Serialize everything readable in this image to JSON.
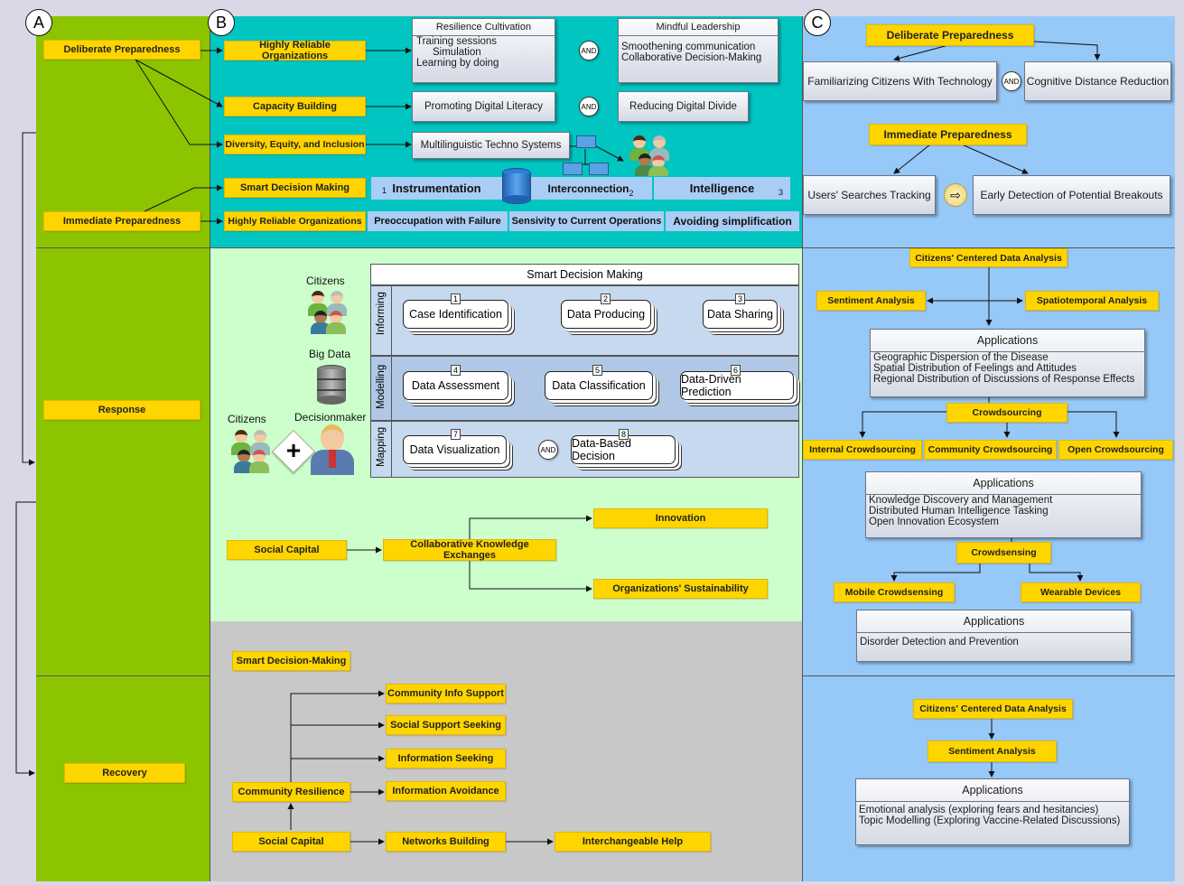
{
  "labels": {
    "a": "A",
    "b": "B",
    "c": "C"
  },
  "colA": {
    "deliberate": "Deliberate Preparedness",
    "immediate": "Immediate Preparedness",
    "response": "Response",
    "recovery": "Recovery"
  },
  "sectionB": {
    "hro1": "Highly Reliable Organizations",
    "capacity": "Capacity Building",
    "dei": "Diversity, Equity, and Inclusion",
    "smart": "Smart Decision Making",
    "hro2": "Highly Reliable Organizations",
    "resilience_title": "Resilience Cultivation",
    "resilience_items": [
      "Training sessions",
      "Simulation",
      "Learning by doing"
    ],
    "mindful_title": "Mindful Leadership",
    "mindful_items": [
      "Smoothening communication",
      "Collaborative Decision-Making"
    ],
    "digital_literacy": "Promoting Digital Literacy",
    "digital_divide": "Reducing Digital Divide",
    "multi": "Multilinguistic Techno Systems",
    "and": "AND",
    "instrumentation": "Instrumentation",
    "interconnection": "Interconnection",
    "intelligence": "Intelligence",
    "n1": "1",
    "n2": "2",
    "n3": "3",
    "preoccupation": "Preoccupation with Failure",
    "sensitivity": "Sensivity to Current Operations",
    "avoiding": "Avoiding simplification"
  },
  "sectionResponse": {
    "citizens1": "Citizens",
    "bigdata": "Big Data",
    "citizens2": "Citizens",
    "decisionmaker": "Decisionmaker",
    "sdm_title": "Smart Decision Making",
    "lane1": "Informing",
    "lane2": "Modelling",
    "lane3": "Mapping",
    "steps": [
      {
        "n": "1",
        "label": "Case Identification"
      },
      {
        "n": "2",
        "label": "Data Producing"
      },
      {
        "n": "3",
        "label": "Data Sharing"
      },
      {
        "n": "4",
        "label": "Data Assessment"
      },
      {
        "n": "5",
        "label": "Data Classification"
      },
      {
        "n": "6",
        "label": "Data-Driven Prediction"
      },
      {
        "n": "7",
        "label": "Data Visualization"
      },
      {
        "n": "8",
        "label": "Data-Based Decision"
      }
    ],
    "social": "Social Capital",
    "collab": "Collaborative Knowledge Exchanges",
    "innovation": "Innovation",
    "sustain": "Organizations' Sustainability"
  },
  "sectionRecovery": {
    "smart": "Smart Decision-Making",
    "cis": "Community Info Support",
    "sss": "Social Support Seeking",
    "is": "Information Seeking",
    "ia": "Information Avoidance",
    "cr": "Community Resilience",
    "sc": "Social Capital",
    "nb": "Networks Building",
    "ih": "Interchangeable Help"
  },
  "sectionC": {
    "deliberate": "Deliberate Preparedness",
    "familiar": "Familiarizing Citizens With Technology",
    "cognitive": "Cognitive Distance Reduction",
    "immediate": "Immediate Preparedness",
    "searches": "Users' Searches Tracking",
    "early": "Early Detection of Potential Breakouts",
    "ccda": "Citizens' Centered Data Analysis",
    "sentiment": "Sentiment Analysis",
    "spatio": "Spatiotemporal Analysis",
    "apps": "Applications",
    "apps1": [
      "Geographic Dispersion of the Disease",
      "Spatial Distribution of Feelings and Attitudes",
      "Regional Distribution of Discussions of Response Effects"
    ],
    "crowdsourcing": "Crowdsourcing",
    "internal": "Internal Crowdsourcing",
    "community": "Community Crowdsourcing",
    "open": "Open Crowdsourcing",
    "apps2": [
      "Knowledge Discovery and Management",
      "Distributed Human Intelligence Tasking",
      "Open Innovation Ecosystem"
    ],
    "crowdsensing": "Crowdsensing",
    "mobile": "Mobile Crowdsensing",
    "wearable": "Wearable Devices",
    "apps3": [
      "Disorder Detection and Prevention"
    ],
    "ccda2": "Citizens' Centered Data Analysis",
    "sentiment2": "Sentiment Analysis",
    "apps4": [
      "Emotional analysis (exploring fears and hesitancies)",
      "Topic Modelling (Exploring Vaccine-Related Discussions)"
    ]
  },
  "colors": {
    "green": "#8cc400",
    "teal": "#00c5c0",
    "lightgreen": "#ccffcc",
    "gray": "#c8c8c8",
    "blue": "#96c8f8",
    "yellow": "#ffd500"
  }
}
